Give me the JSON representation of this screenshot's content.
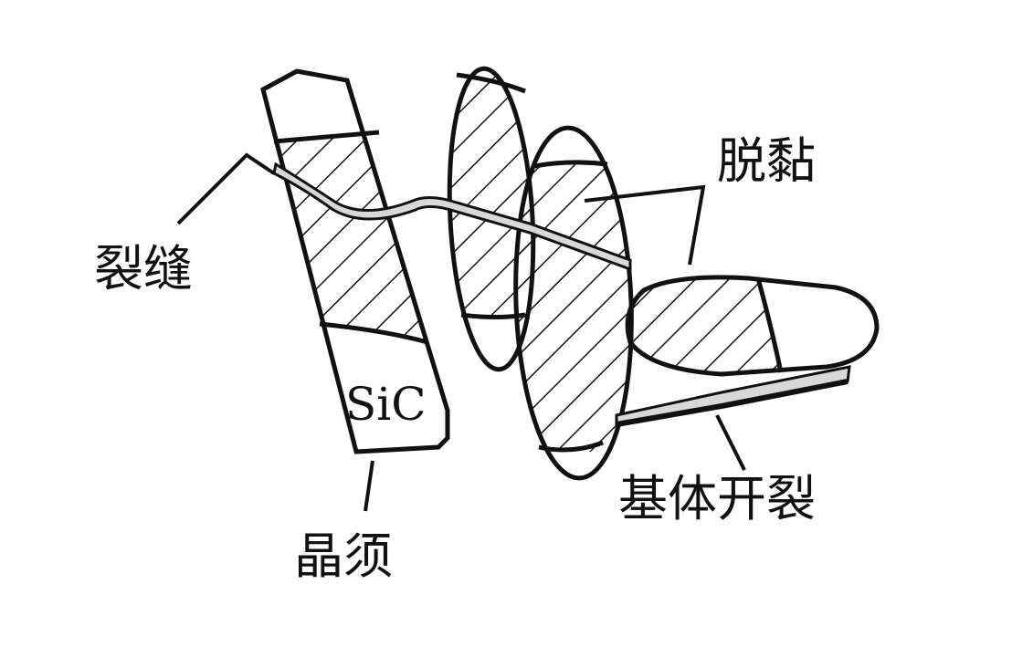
{
  "labels": {
    "crack": "裂缝",
    "debond": "脱黏",
    "whisker": "晶须",
    "matrix_crack": "基体开裂",
    "sic": "SiC"
  },
  "colors": {
    "ink": "#111111",
    "background": "#ffffff",
    "crack_fill": "#d8d8d8"
  }
}
